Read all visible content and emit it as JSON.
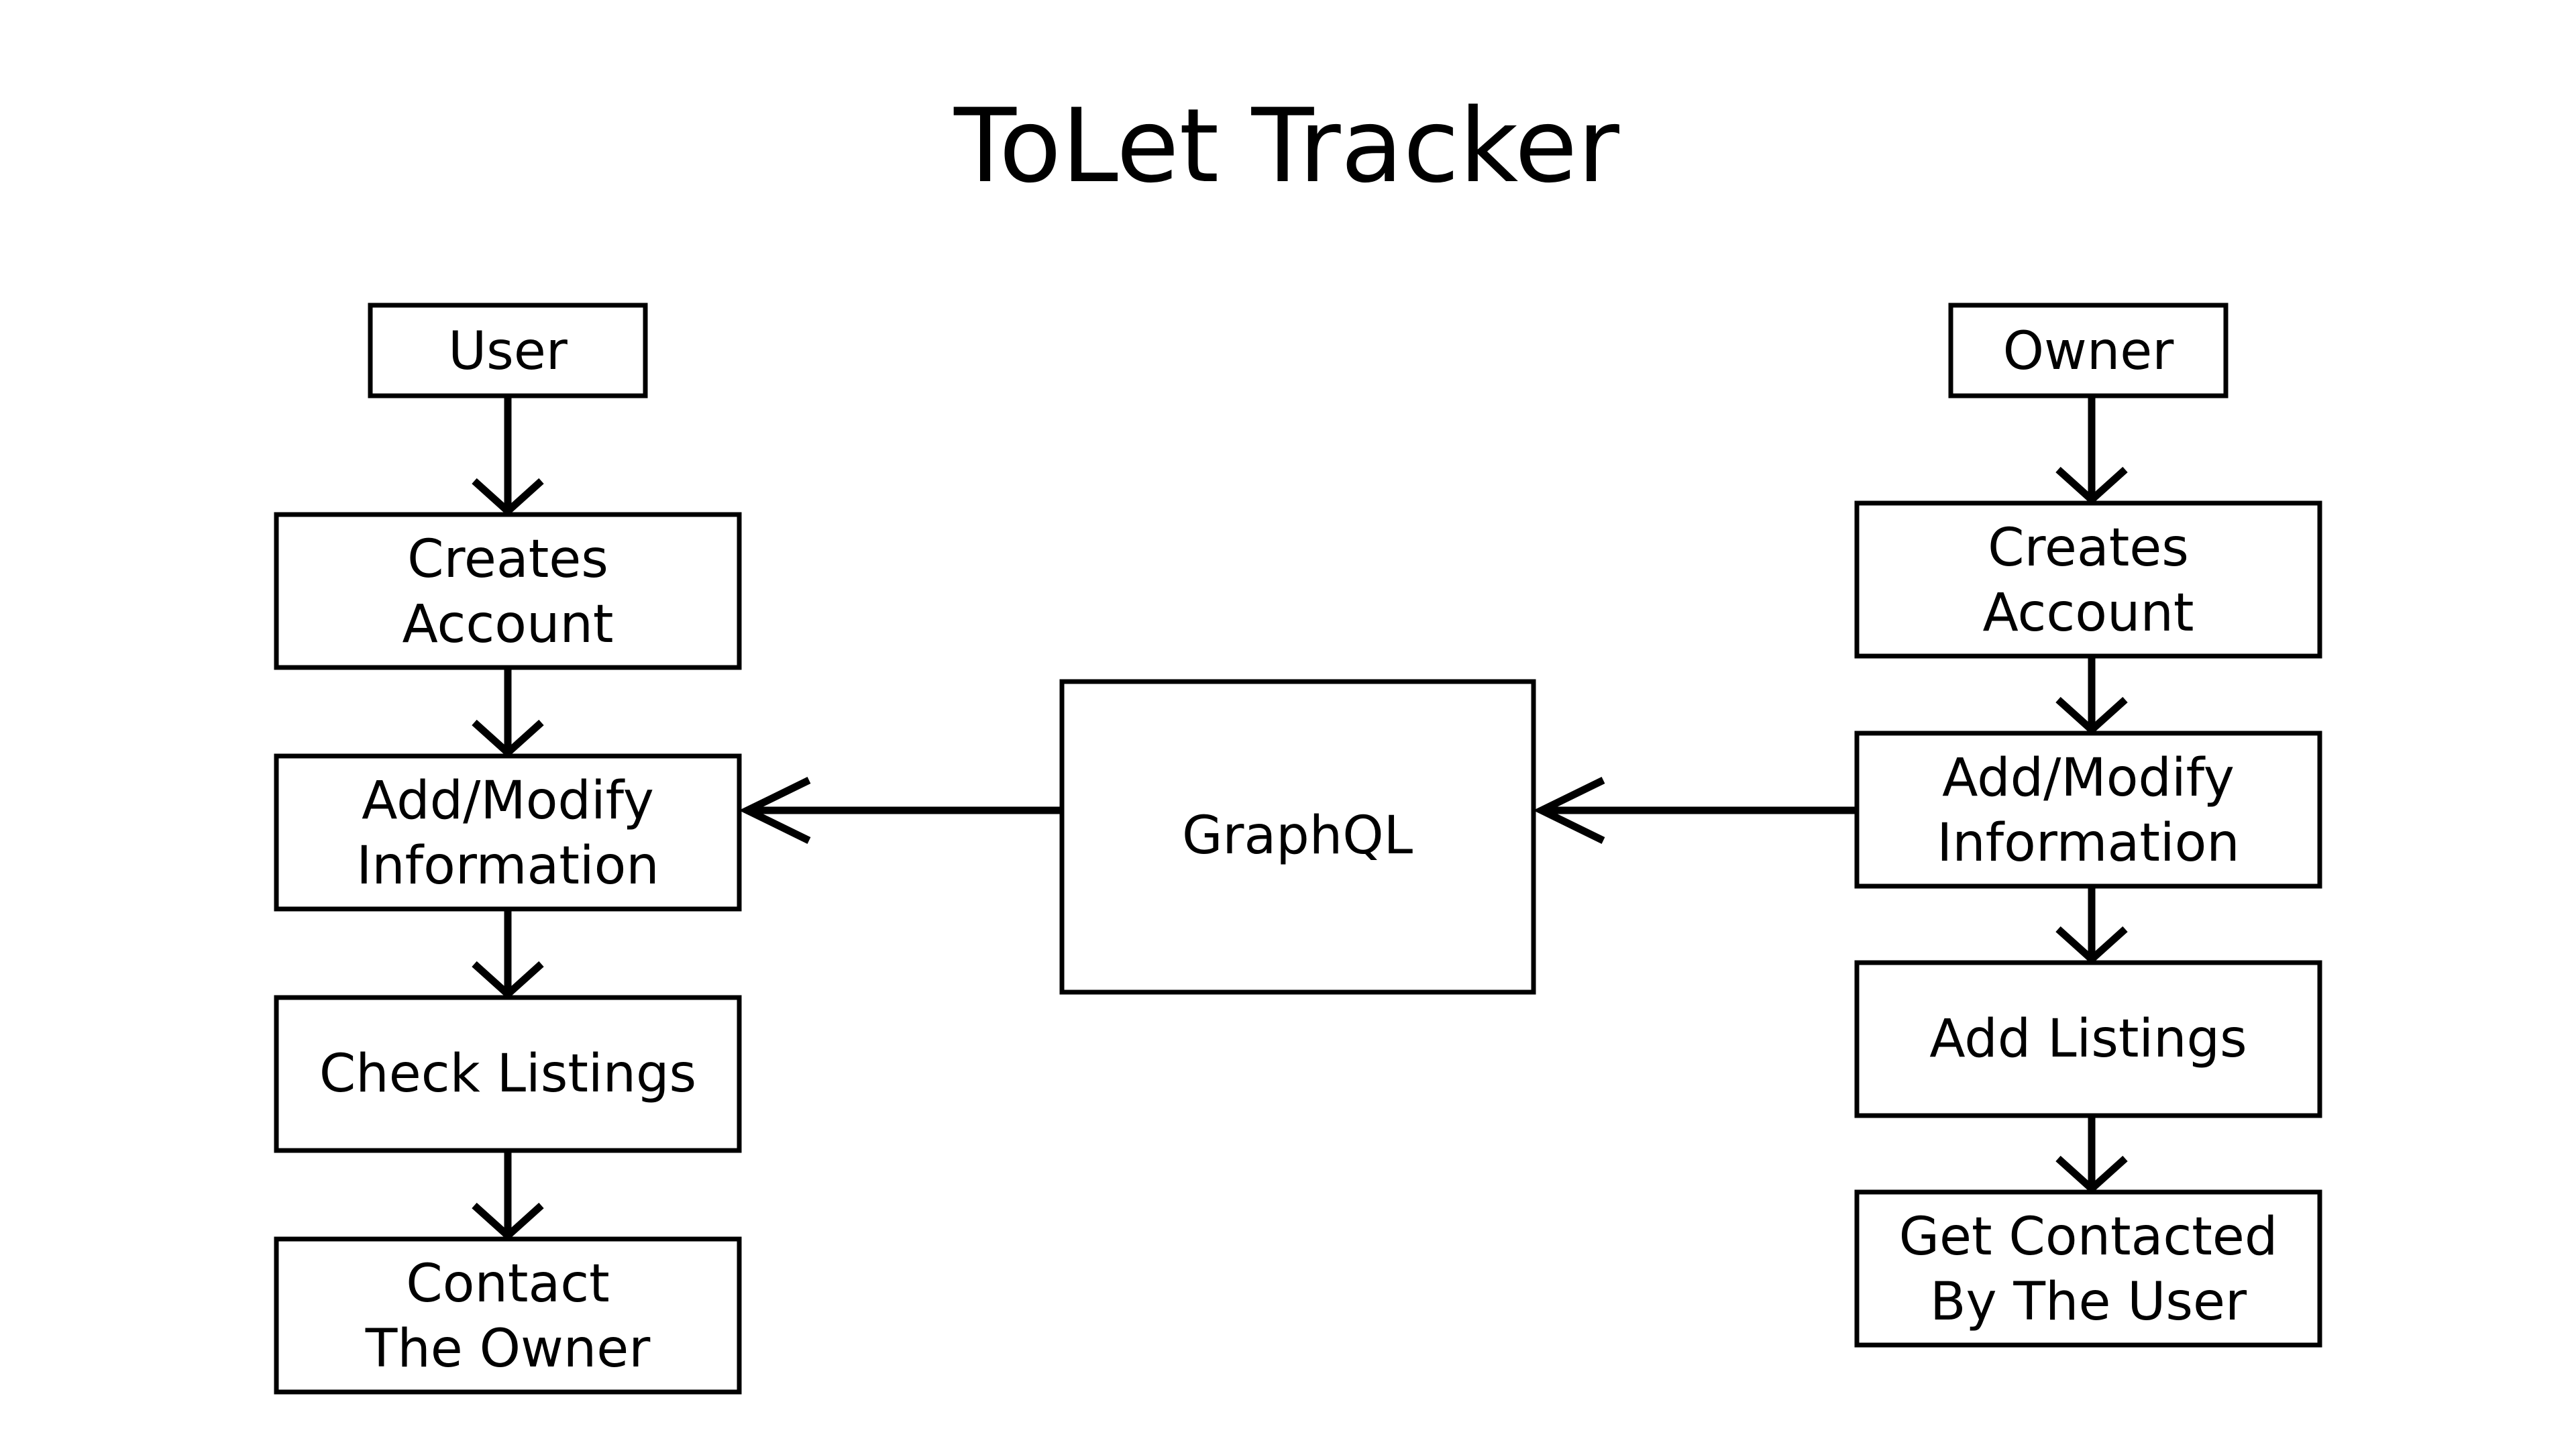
{
  "title": "ToLet Tracker",
  "user_flow": {
    "start": "User",
    "create_account": [
      "Creates",
      "Account"
    ],
    "modify_info": [
      "Add/Modify",
      "Information"
    ],
    "check_listings": "Check Listings",
    "contact_owner": [
      "Contact",
      "The Owner"
    ]
  },
  "center": {
    "api": "GraphQL"
  },
  "owner_flow": {
    "start": "Owner",
    "create_account": [
      "Creates",
      "Account"
    ],
    "modify_info": [
      "Add/Modify",
      "Information"
    ],
    "add_listings": "Add Listings",
    "contacted": [
      "Get Contacted",
      "By The User"
    ]
  }
}
